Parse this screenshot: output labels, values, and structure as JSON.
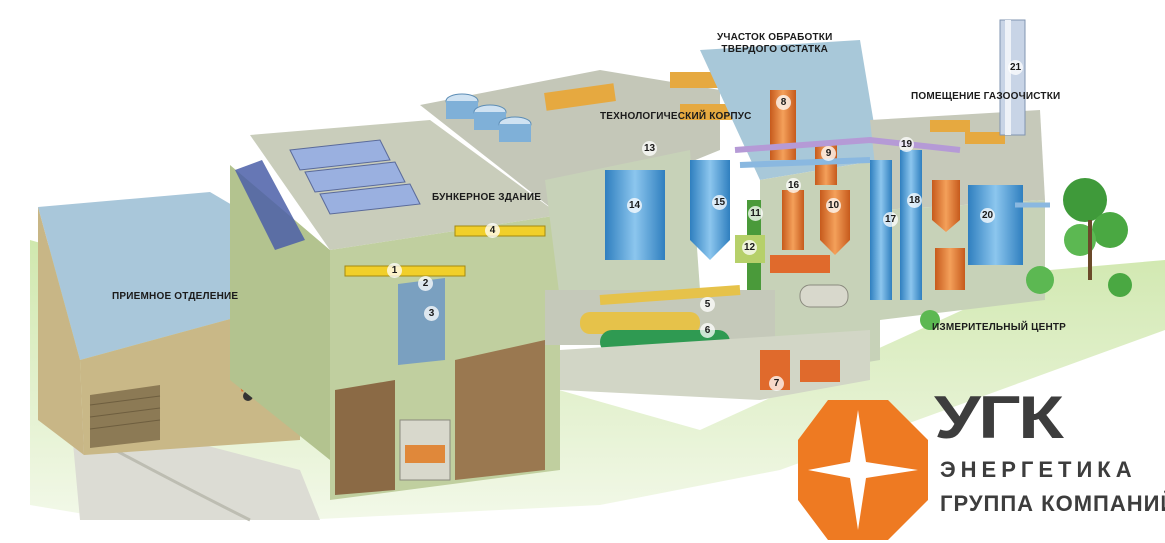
{
  "labels": {
    "reception": "ПРИЕМНОЕ ОТДЕЛЕНИЕ",
    "bunker": "БУНКЕРНОЕ ЗДАНИЕ",
    "process": "ТЕХНОЛОГИЧЕСКИЙ КОРПУС",
    "residue_line1": "УЧАСТОК ОБРАБОТКИ",
    "residue_line2": "ТВЕРДОГО ОСТАТКА",
    "gas_cleaning": "ПОМЕЩЕНИЕ ГАЗООЧИСТКИ",
    "measurement": "ИЗМЕРИТЕЛЬНЫЙ ЦЕНТР"
  },
  "numbers": [
    "1",
    "2",
    "3",
    "4",
    "5",
    "6",
    "7",
    "8",
    "9",
    "10",
    "11",
    "12",
    "13",
    "14",
    "15",
    "16",
    "17",
    "18",
    "19",
    "20",
    "21"
  ],
  "logo": {
    "main": "УГК",
    "sub1": "ЭНЕРГЕТИКА",
    "sub2": "ГРУППА КОМПАНИЙ"
  },
  "colors": {
    "logo_orange": "#ee7a22",
    "logo_gray": "#3d3d3d",
    "wall_green": "#b9c79a",
    "roof_gray": "#c9ccc0",
    "equipment_blue": "#5ea8d8",
    "equipment_orange": "#e8823a",
    "crane_yellow": "#f1cf2a"
  }
}
